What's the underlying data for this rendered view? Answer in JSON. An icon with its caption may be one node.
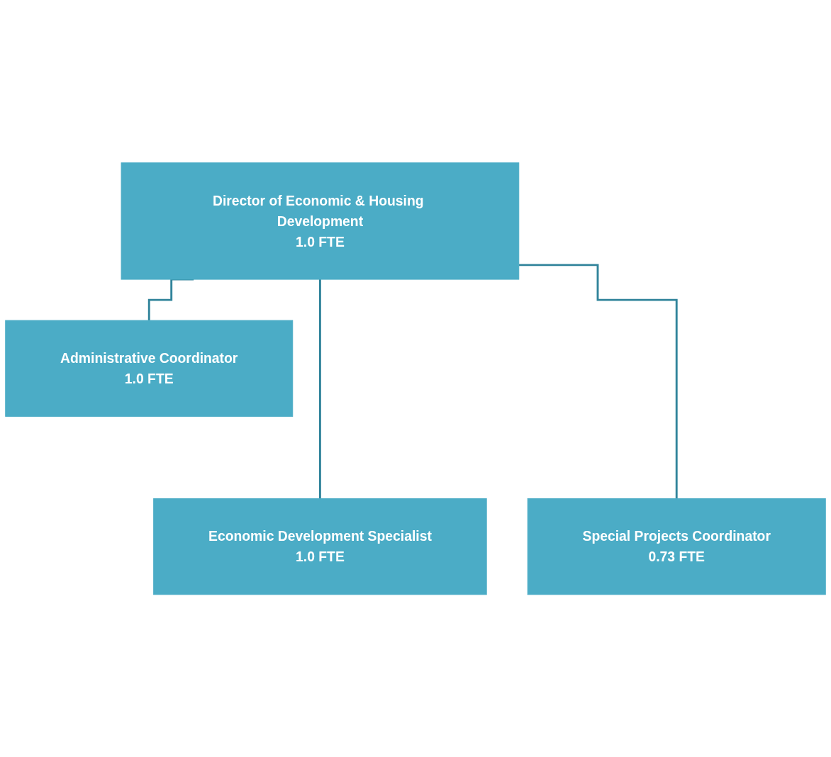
{
  "diagram": {
    "nodes": [
      {
        "text": [
          "Director of Economic & Housing Development",
          "1.0 FTE"
        ]
      },
      {
        "text": [
          "Administrative Coordinator",
          "1.0 FTE"
        ]
      },
      {
        "text": [
          "Economic Development Specialist",
          "1.0 FTE"
        ]
      },
      {
        "text": [
          "Special Projects Coordinator",
          "0.73 FTE"
        ]
      }
    ],
    "edges": [
      {
        "from": 0,
        "to": 1,
        "arrow": "none"
      },
      {
        "from": 0,
        "to": 2,
        "arrow": "none"
      },
      {
        "from": 0,
        "to": 3,
        "arrow": "none"
      }
    ]
  }
}
